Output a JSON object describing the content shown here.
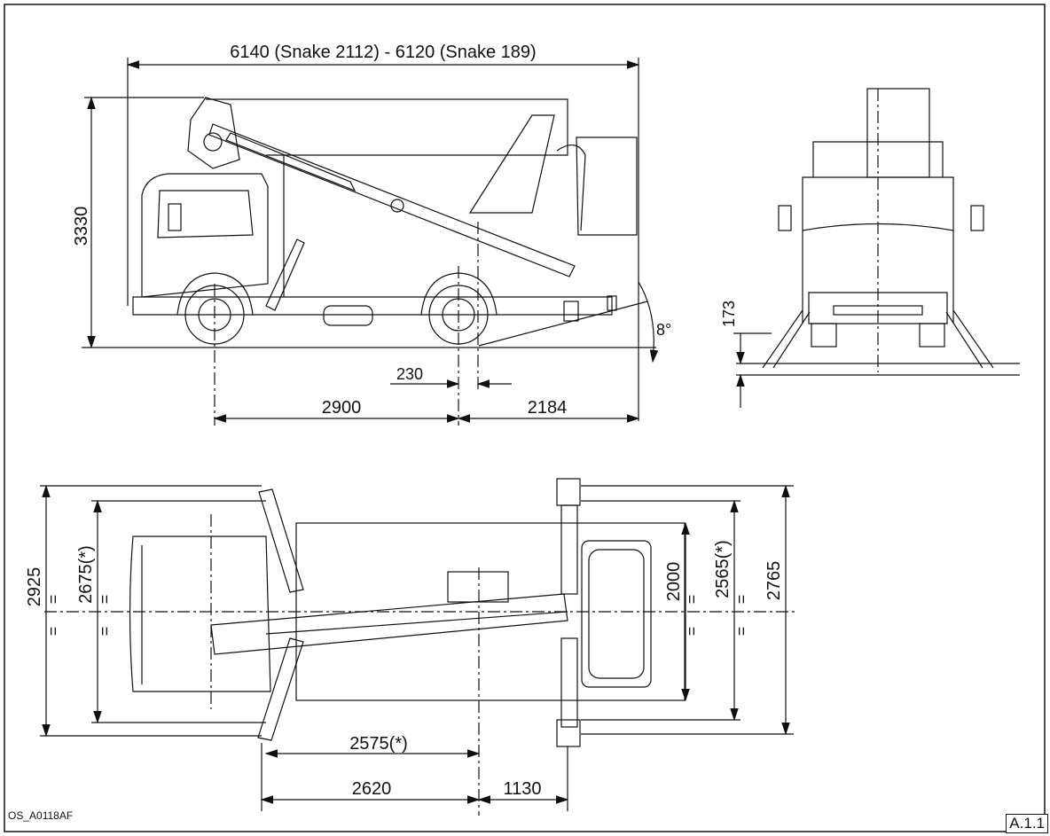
{
  "drawing": {
    "dim_overall_length": "6140 (Snake 2112) - 6120 (Snake 189)",
    "dim_height": "3330",
    "dim_angle": "8°",
    "dim_offset": "230",
    "dim_wheelbase": "2900",
    "dim_rear_overhang": "2184",
    "dim_ground_clearance": "173",
    "dim_outrigger_width": "2925",
    "dim_outrigger_width_star": "2675(*)",
    "dim_body_width": "2000",
    "dim_rear_outrigger_star": "2565(*)",
    "dim_rear_outrigger": "2765",
    "dim_outrigger_spacing_star": "2575(*)",
    "dim_outrigger_spacing": "2620",
    "dim_rear_to_outrigger": "1130",
    "equal_mark": "=",
    "drawing_code": "OS_A0118AF",
    "sheet_ref": "A.1.1"
  }
}
